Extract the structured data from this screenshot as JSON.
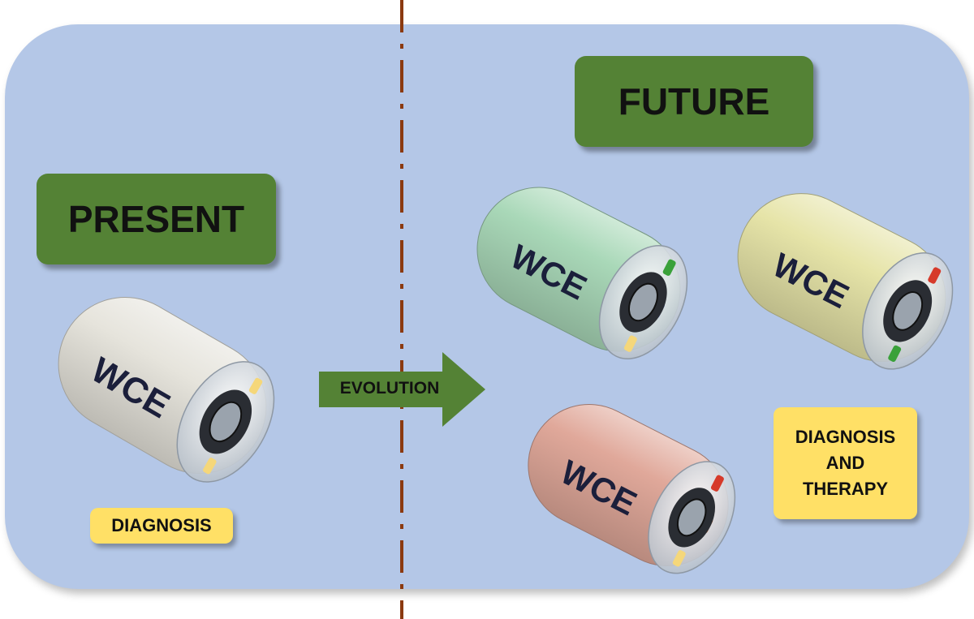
{
  "present": {
    "title": "PRESENT",
    "role": "DIAGNOSIS"
  },
  "future": {
    "title": "FUTURE",
    "role_line1": "DIAGNOSIS",
    "role_line2": "AND",
    "role_line3": "THERAPY"
  },
  "arrow": {
    "label": "EVOLUTION"
  },
  "capsules": [
    {
      "id": "present-capsule",
      "label": "WCE",
      "color": "#e6e4dc",
      "leds": [
        "#f5d77a",
        "#f5d77a",
        "#f5d77a"
      ]
    },
    {
      "id": "future-green-capsule",
      "label": "WCE",
      "color": "#a9d8b8",
      "leds": [
        "#3aa13a",
        "#5a6ee0",
        "#f5d77a"
      ]
    },
    {
      "id": "future-yellow-capsule",
      "label": "WCE",
      "color": "#e6e4a8",
      "leds": [
        "#d63a2a",
        "#5a6ee0",
        "#3aa13a"
      ]
    },
    {
      "id": "future-pink-capsule",
      "label": "WCE",
      "color": "#e0a89a",
      "leds": [
        "#d63a2a",
        "#e06a2a",
        "#f5d77a"
      ]
    }
  ],
  "colors": {
    "panel": "#b4c7e7",
    "green_box": "#548235",
    "yellow_box": "#ffe066",
    "divider": "#8b3a10",
    "arrow": "#548235"
  }
}
